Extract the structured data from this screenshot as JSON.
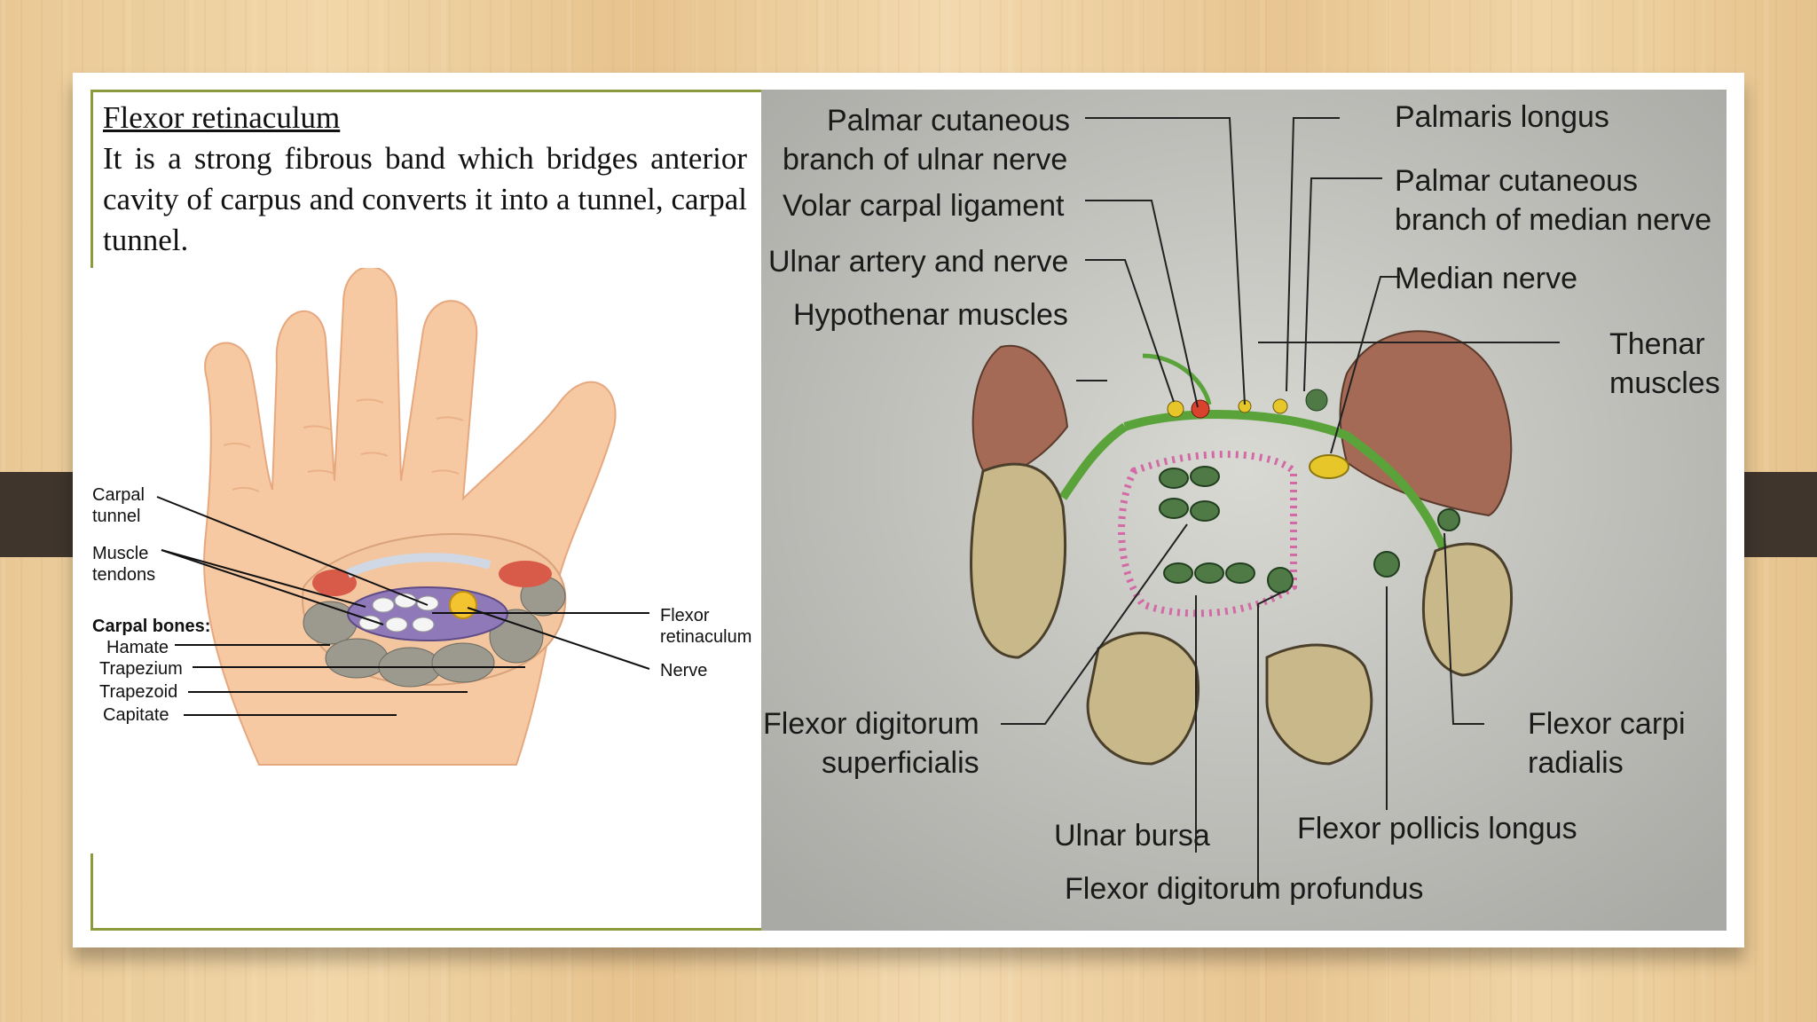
{
  "slide": {
    "heading": "Flexor retinaculum",
    "paragraph": "It is a strong fibrous band which bridges anterior cavity of carpus and converts it into a tunnel, carpal tunnel."
  },
  "left_figure": {
    "labels": {
      "carpal_tunnel_1": "Carpal",
      "carpal_tunnel_2": "tunnel",
      "muscle_tendons_1": "Muscle",
      "muscle_tendons_2": "tendons",
      "carpal_bones": "Carpal bones:",
      "hamate": "Hamate",
      "trapezium": "Trapezium",
      "trapezoid": "Trapezoid",
      "capitate": "Capitate",
      "flexor_ret_1": "Flexor",
      "flexor_ret_2": "retinaculum",
      "nerve": "Nerve"
    }
  },
  "right_figure": {
    "labels": {
      "palmar_cut_ulnar_1": "Palmar cutaneous",
      "palmar_cut_ulnar_2": "branch of ulnar nerve",
      "volar_carpal": "Volar carpal ligament",
      "ulnar_artery": "Ulnar artery and nerve",
      "hypothenar": "Hypothenar muscles",
      "palmaris_longus": "Palmaris longus",
      "palmar_cut_median_1": "Palmar cutaneous",
      "palmar_cut_median_2": "branch of median nerve",
      "median_nerve": "Median nerve",
      "thenar_1": "Thenar",
      "thenar_2": "muscles",
      "fds_1": "Flexor digitorum",
      "fds_2": "superficialis",
      "fcr_1": "Flexor carpi",
      "fcr_2": "radialis",
      "ulnar_bursa": "Ulnar bursa",
      "fpl": "Flexor pollicis longus",
      "fdp": "Flexor digitorum profundus"
    }
  }
}
